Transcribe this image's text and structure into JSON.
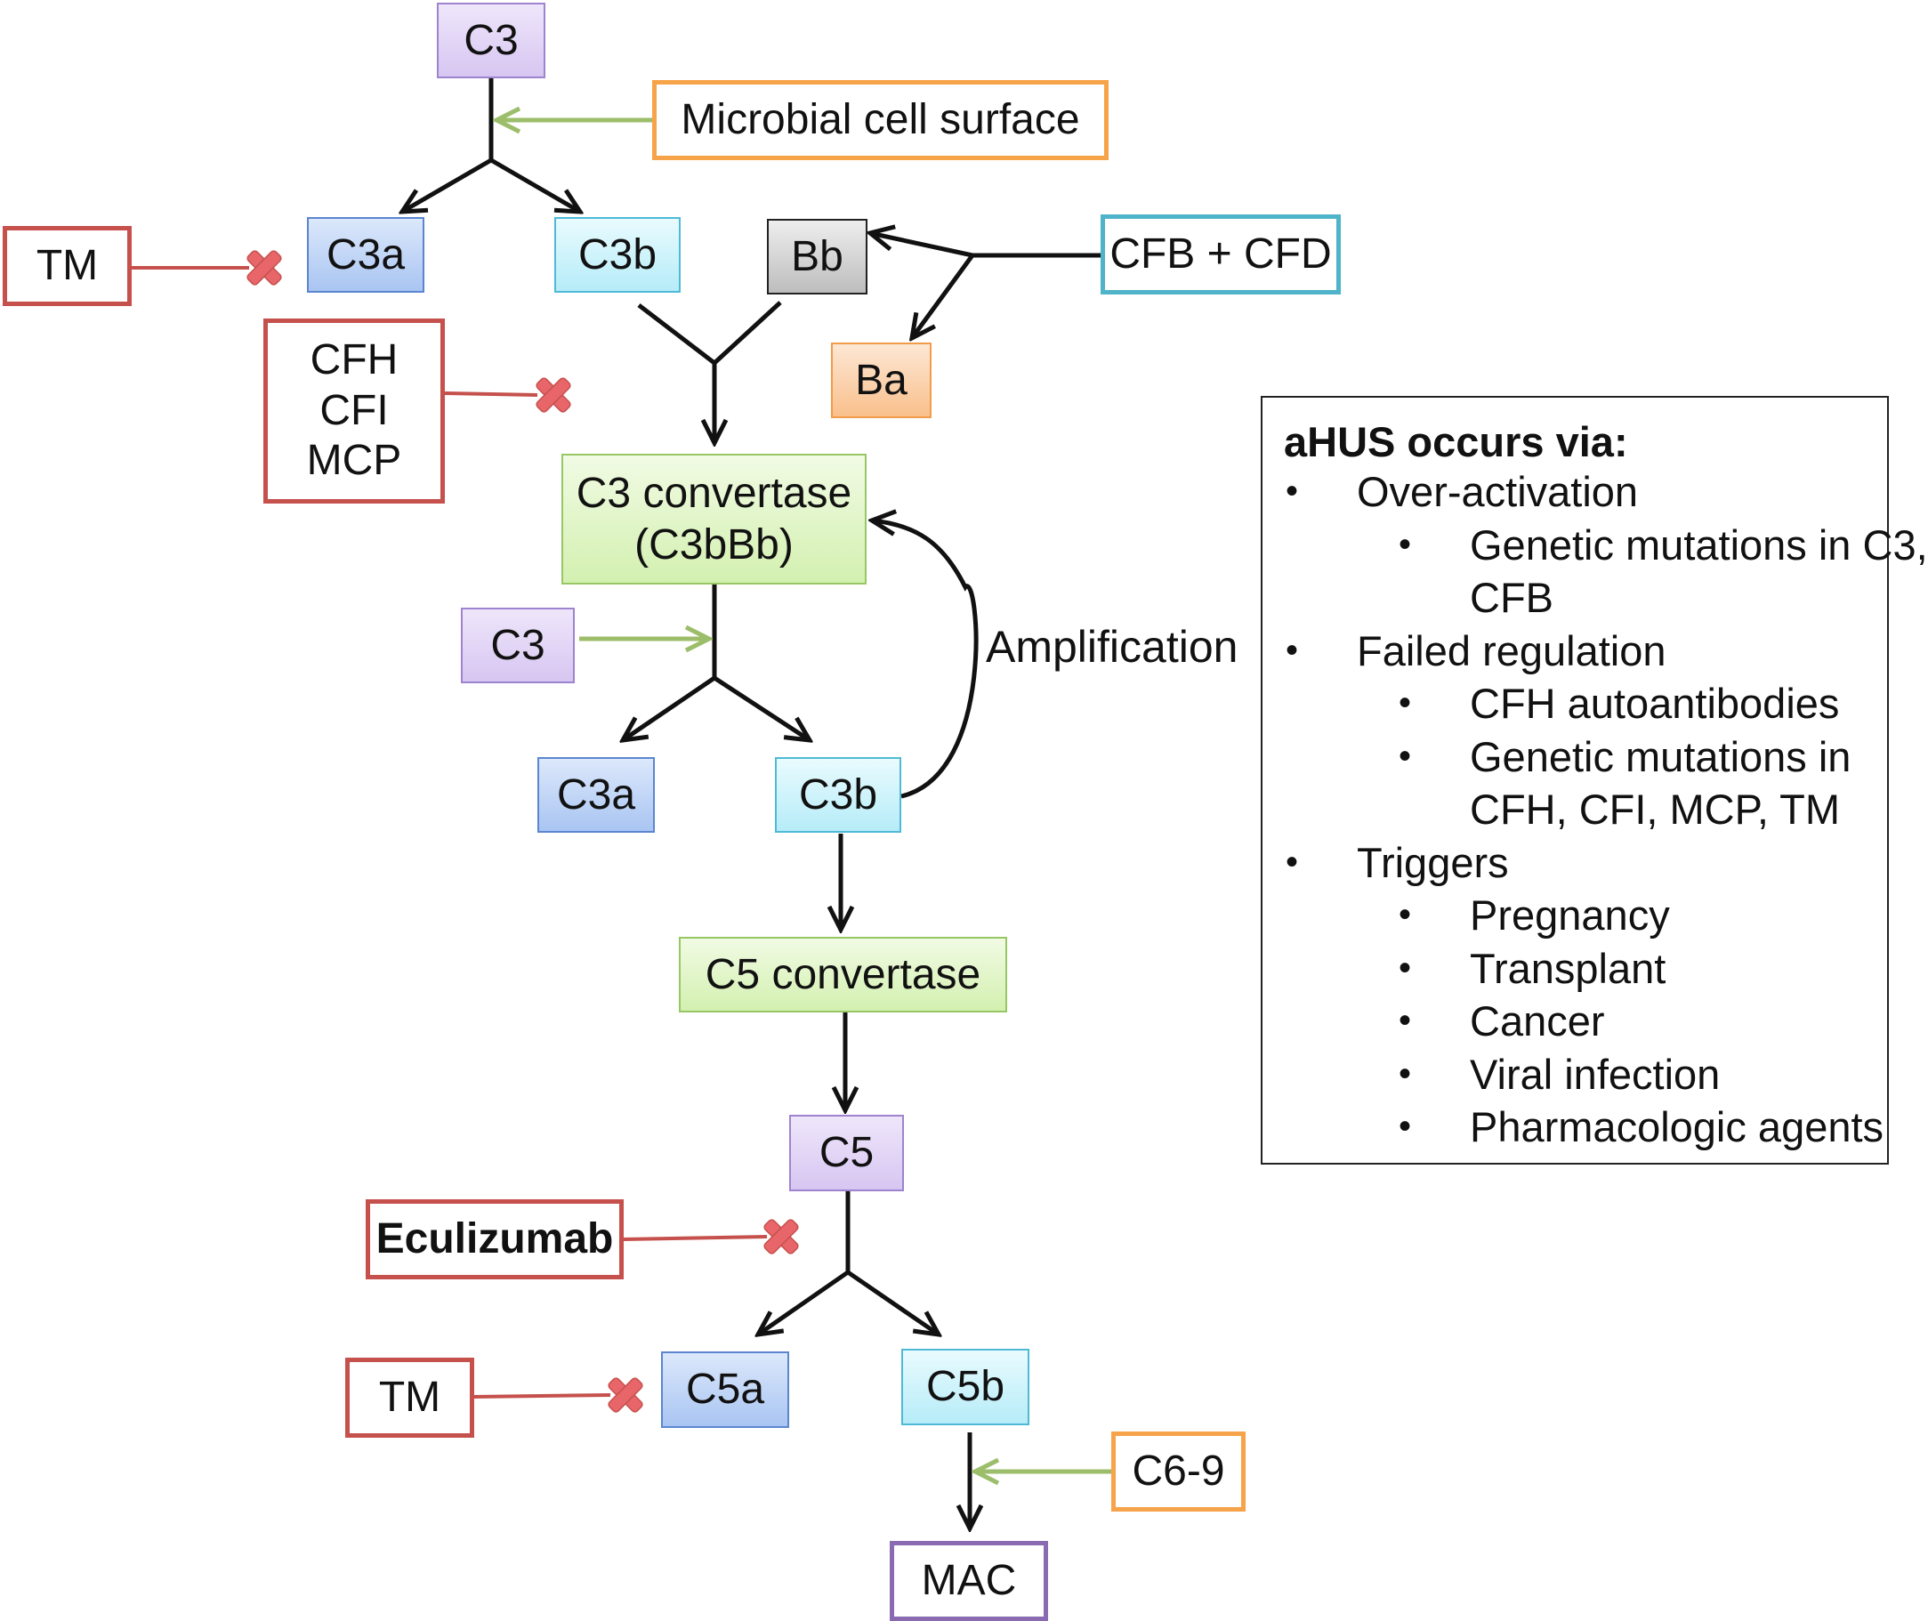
{
  "nodes": {
    "c3_top": "C3",
    "microbial": "Microbial cell surface",
    "c3a_top": "C3a",
    "c3b_top": "C3b",
    "bb": "Bb",
    "cfb_cfd": "CFB + CFD",
    "ba": "Ba",
    "tm_top": "TM",
    "cfh": "CFH",
    "cfi": "CFI",
    "mcp": "MCP",
    "c3_convertase_line1": "C3 convertase",
    "c3_convertase_line2": "(C3bBb)",
    "c3_mid": "C3",
    "c3a_mid": "C3a",
    "c3b_mid": "C3b",
    "amplification": "Amplification",
    "c5_convertase": "C5 convertase",
    "c5": "C5",
    "eculizumab": "Eculizumab",
    "tm_bottom": "TM",
    "c5a": "C5a",
    "c5b": "C5b",
    "c6_9": "C6-9",
    "mac": "MAC"
  },
  "info": {
    "title": "aHUS occurs via:",
    "bullet": "•",
    "items": [
      {
        "level": 1,
        "text": "Over-activation"
      },
      {
        "level": 2,
        "text": "Genetic mutations in C3,"
      },
      {
        "level": 3,
        "text": "CFB"
      },
      {
        "level": 1,
        "text": "Failed regulation"
      },
      {
        "level": 2,
        "text": "CFH autoantibodies"
      },
      {
        "level": 2,
        "text": "Genetic mutations in"
      },
      {
        "level": 3,
        "text": "CFH, CFI, MCP, TM"
      },
      {
        "level": 1,
        "text": "Triggers"
      },
      {
        "level": 2,
        "text": "Pregnancy"
      },
      {
        "level": 2,
        "text": "Transplant"
      },
      {
        "level": 2,
        "text": "Cancer"
      },
      {
        "level": 2,
        "text": "Viral infection"
      },
      {
        "level": 2,
        "text": "Pharmacologic agents"
      }
    ]
  },
  "colors": {
    "arrow_black": "#111111",
    "arrow_green": "#9cbd6a",
    "inhibit_red": "#c5504c",
    "cross_red": "#e8666a"
  }
}
